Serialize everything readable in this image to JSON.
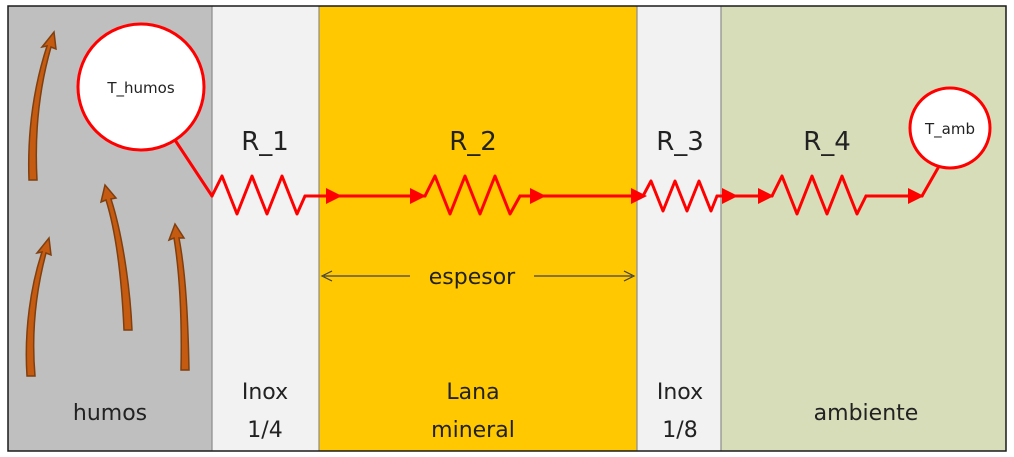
{
  "layers": [
    {
      "id": "humos",
      "lines": [
        "humos"
      ],
      "color": "#bfbfbf"
    },
    {
      "id": "inox-1",
      "lines": [
        "Inox",
        "1/4"
      ],
      "color": "#f2f2f2"
    },
    {
      "id": "lana",
      "lines": [
        "Lana",
        "mineral"
      ],
      "color": "#ffc800"
    },
    {
      "id": "inox-2",
      "lines": [
        "Inox",
        "1/8"
      ],
      "color": "#f2f2f2"
    },
    {
      "id": "ambiente",
      "lines": [
        "ambiente"
      ],
      "color": "#d7dcb9"
    }
  ],
  "resistors": [
    {
      "label": "R_1"
    },
    {
      "label": "R_2"
    },
    {
      "label": "R_3"
    },
    {
      "label": "R_4"
    }
  ],
  "nodes": {
    "source": "T_humos",
    "sink": "T_amb"
  },
  "thickness_label": "espesor",
  "colors": {
    "circuit": "#ff0000",
    "flow_arrow_fill": "#c55a11",
    "flow_arrow_stroke": "#7f3f0f",
    "dimension": "#404040",
    "border": "#1a1a1a"
  }
}
